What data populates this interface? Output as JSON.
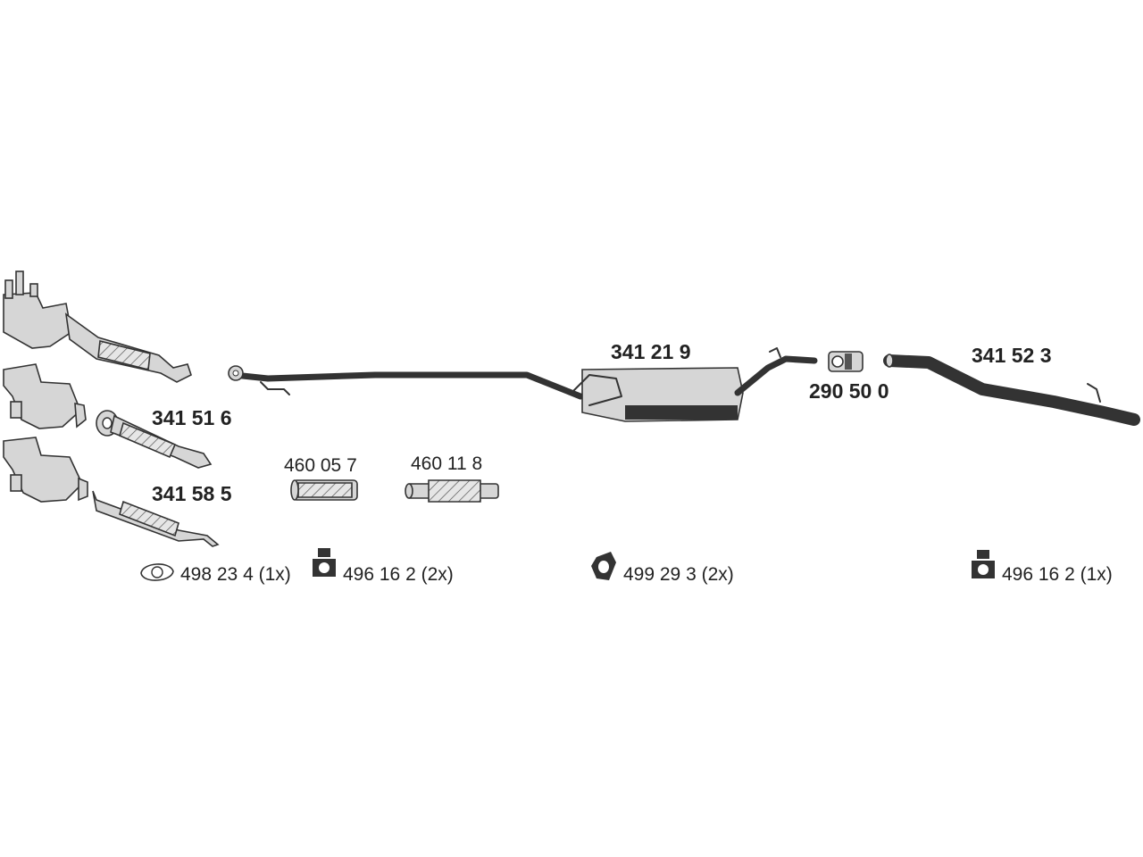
{
  "labels": {
    "p341516": "341 51 6",
    "p341585": "341 58 5",
    "p460057": "460 05 7",
    "p460118": "460 11 8",
    "p341219": "341 21 9",
    "p290500": "290 50 0",
    "p341523": "341 52 3",
    "p498234": "498 23 4 (1x)",
    "p496162a": "496 16 2 (2x)",
    "p499293": "499 29 3 (2x)",
    "p496162b": "496 16 2 (1x)"
  },
  "colors": {
    "line": "#333333",
    "fill": "#d6d6d6",
    "band": "#333333"
  },
  "icons": [
    "gasket-icon",
    "rubber-hanger-icon",
    "rubber-mount-icon",
    "clamp-icon"
  ]
}
